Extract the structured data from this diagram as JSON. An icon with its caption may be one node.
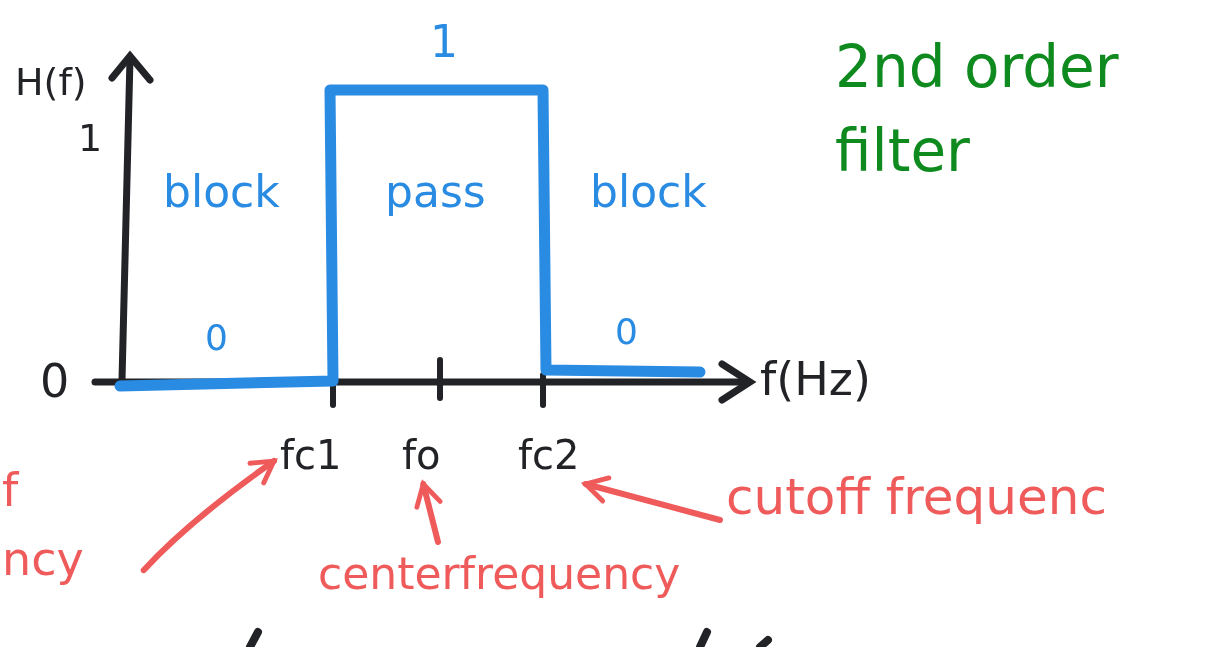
{
  "diagram": {
    "title": "2nd order filter",
    "nodes": [
      {
        "text": [
          "fc1"
        ]
      },
      {
        "text": [
          "fo"
        ]
      },
      {
        "text": [
          "fc2"
        ]
      },
      {
        "text": [
          "f",
          "ncy"
        ]
      },
      {
        "text": [
          "centerfrequency"
        ]
      },
      {
        "text": [
          "cutoff frequenc"
        ]
      }
    ],
    "edges": [
      {
        "from": 3,
        "to": 0,
        "arrow": "to"
      },
      {
        "from": 4,
        "to": 1,
        "arrow": "to"
      },
      {
        "from": 5,
        "to": 2,
        "arrow": "to"
      }
    ],
    "labels": [
      "H(f)",
      "1",
      "1",
      "block",
      "pass",
      "block",
      "0",
      "0",
      "0",
      "f(Hz)"
    ]
  }
}
